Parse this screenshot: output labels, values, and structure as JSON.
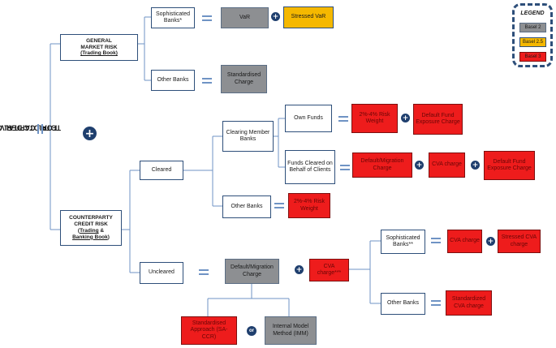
{
  "title": {
    "line1": "TOTAL CAPITAL CHARGE",
    "line2": "FOR OTC DERIVATIVES"
  },
  "legend": {
    "title": "LEGEND",
    "items": [
      {
        "label": "Basel 2",
        "color": "#8d8f92"
      },
      {
        "label": "Basel 2.5",
        "color": "#f5b800"
      },
      {
        "label": "Basel 3",
        "color": "#ee1c1c"
      }
    ]
  },
  "general_market_risk": {
    "line1": "GENERAL",
    "line2": "MARKET RISK",
    "line3": "(Trading Book)"
  },
  "counterparty_credit_risk": {
    "line1": "COUNTERPARTY",
    "line2": "CREDIT RISK",
    "line3a": "(",
    "line3b": "Trading",
    "line3c": " &",
    "line4": "Banking Book",
    "line4b": ")"
  },
  "sophisticated_banks": "Sophisticated Banks*",
  "var": "VaR",
  "stressed_var": "Stressed VaR",
  "other_banks_gmr": "Other Banks",
  "standardised_charge": "Standardised Charge",
  "cleared": "Cleared",
  "clearing_member_banks": "Clearing Member Banks",
  "own_funds": "Own Funds",
  "risk_weight_1": "2%-4% Risk Weight",
  "default_fund_1": "Default Fund Exposure Charge",
  "funds_cleared": "Funds Cleared on Behalf of Clients",
  "default_migration_1": "Default/Migration Charge",
  "cva_charge_1": "CVA charge",
  "default_fund_2": "Default Fund Exposure Charge",
  "other_banks_cleared": "Other Banks",
  "risk_weight_2": "2%-4% Risk Weight",
  "uncleared": "Uncleared",
  "default_migration_2": "Default/Migration Charge",
  "cva_charge_2": "CVA charge***",
  "sophisticated_banks_2": "Sophisticated Banks**",
  "cva_charge_3": "CVA charge",
  "stressed_cva": "Stressed CVA charge",
  "other_banks_unc": "Other Banks",
  "standardized_cva": "Standardized CVA charge",
  "sa_ccr": "Standardised Approach (SA-CCR)",
  "or": "or",
  "imm": "Internal Model Method (IMM)"
}
